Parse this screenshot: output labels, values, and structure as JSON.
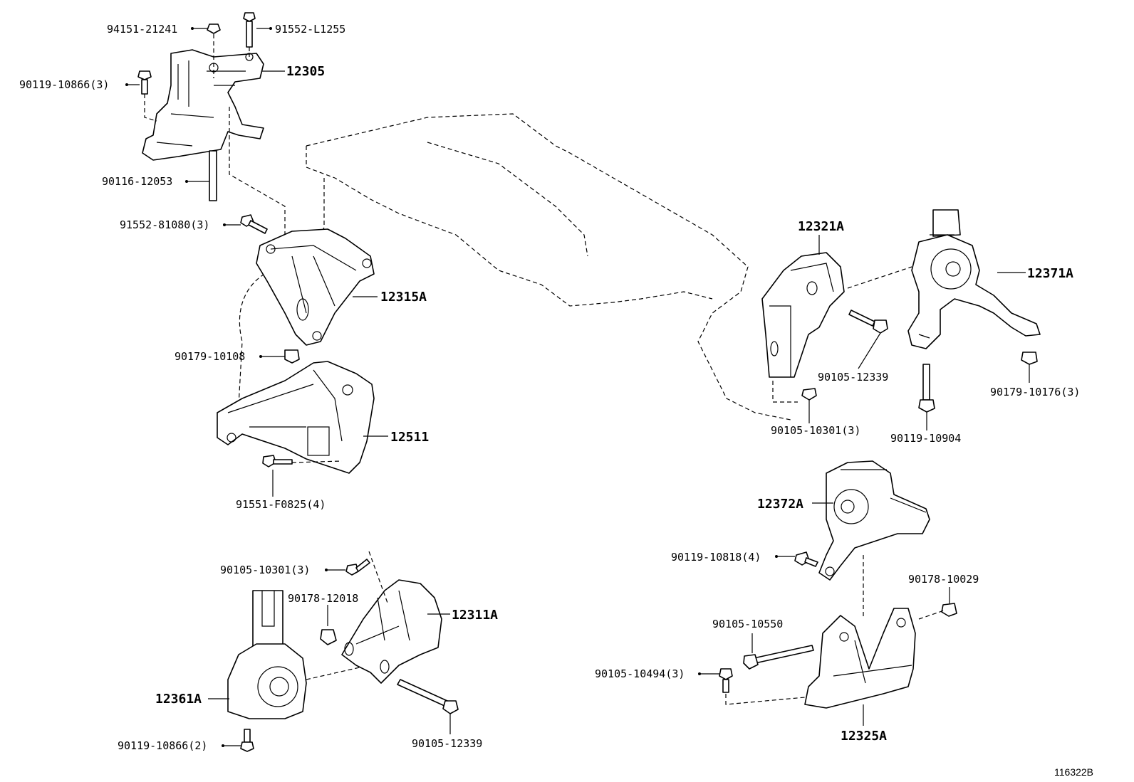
{
  "figure_id": "116322B",
  "callouts": [
    {
      "id": "c1",
      "text": "94151-21241"
    },
    {
      "id": "c2",
      "text": "91552-L1255"
    },
    {
      "id": "c3",
      "text": "12305"
    },
    {
      "id": "c4",
      "text": "90119-10866(3)"
    },
    {
      "id": "c5",
      "text": "90116-12053"
    },
    {
      "id": "c6",
      "text": "91552-81080(3)"
    },
    {
      "id": "c7",
      "text": "12315A"
    },
    {
      "id": "c8",
      "text": "90179-10108"
    },
    {
      "id": "c9",
      "text": "12511"
    },
    {
      "id": "c10",
      "text": "91551-F0825(4)"
    },
    {
      "id": "c11",
      "text": "90105-10301(3)"
    },
    {
      "id": "c12",
      "text": "90178-12018"
    },
    {
      "id": "c13",
      "text": "12311A"
    },
    {
      "id": "c14",
      "text": "12361A"
    },
    {
      "id": "c15",
      "text": "90119-10866(2)"
    },
    {
      "id": "c16",
      "text": "90105-12339"
    },
    {
      "id": "c17",
      "text": "12321A"
    },
    {
      "id": "c18",
      "text": "12371A"
    },
    {
      "id": "c19",
      "text": "90105-12339"
    },
    {
      "id": "c20",
      "text": "90179-10176(3)"
    },
    {
      "id": "c21",
      "text": "90105-10301(3)"
    },
    {
      "id": "c22",
      "text": "90119-10904"
    },
    {
      "id": "c23",
      "text": "12372A"
    },
    {
      "id": "c24",
      "text": "90119-10818(4)"
    },
    {
      "id": "c25",
      "text": "90178-10029"
    },
    {
      "id": "c26",
      "text": "90105-10550"
    },
    {
      "id": "c27",
      "text": "90105-10494(3)"
    },
    {
      "id": "c28",
      "text": "12325A"
    }
  ]
}
